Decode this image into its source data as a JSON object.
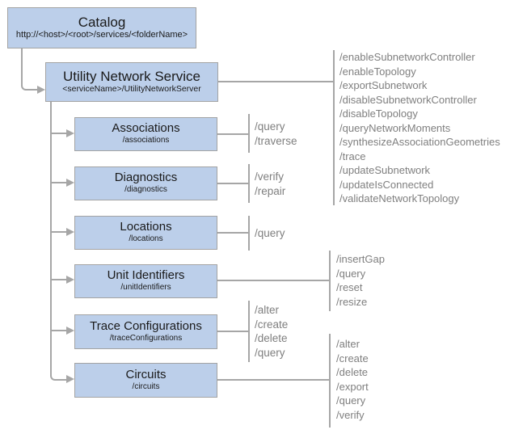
{
  "diagram": {
    "catalog": {
      "title": "Catalog",
      "subtitle": "http://<host>/<root>/services/<folderName>"
    },
    "service": {
      "title": "Utility Network Service",
      "subtitle": "<serviceName>/UtilityNetworkServer",
      "operations": [
        "/enableSubnetworkController",
        "/enableTopology",
        "/exportSubnetwork",
        "/disableSubnetworkController",
        "/disableTopology",
        "/queryNetworkMoments",
        "/synthesizeAssociationGeometries",
        "/trace",
        "/updateSubnetwork",
        "/updateIsConnected",
        "/validateNetworkTopology"
      ]
    },
    "resources": [
      {
        "title": "Associations",
        "subtitle": "/associations",
        "operations": [
          "/query",
          "/traverse"
        ]
      },
      {
        "title": "Diagnostics",
        "subtitle": "/diagnostics",
        "operations": [
          "/verify",
          "/repair"
        ]
      },
      {
        "title": "Locations",
        "subtitle": "/locations",
        "operations": [
          "/query"
        ]
      },
      {
        "title": "Unit Identifiers",
        "subtitle": "/unitIdentifiers",
        "operations": [
          "/insertGap",
          "/query",
          "/reset",
          "/resize"
        ]
      },
      {
        "title": "Trace Configurations",
        "subtitle": "/traceConfigurations",
        "operations": [
          "/alter",
          "/create",
          "/delete",
          "/query"
        ]
      },
      {
        "title": "Circuits",
        "subtitle": "/circuits",
        "operations": [
          "/alter",
          "/create",
          "/delete",
          "/export",
          "/query",
          "/verify"
        ]
      }
    ],
    "colors": {
      "box_fill": "#bccfea",
      "box_border": "#a3a3a3",
      "connector": "#a6a6a6",
      "operation_text": "#7f7f7f",
      "title_text": "#1a1a1a"
    }
  }
}
